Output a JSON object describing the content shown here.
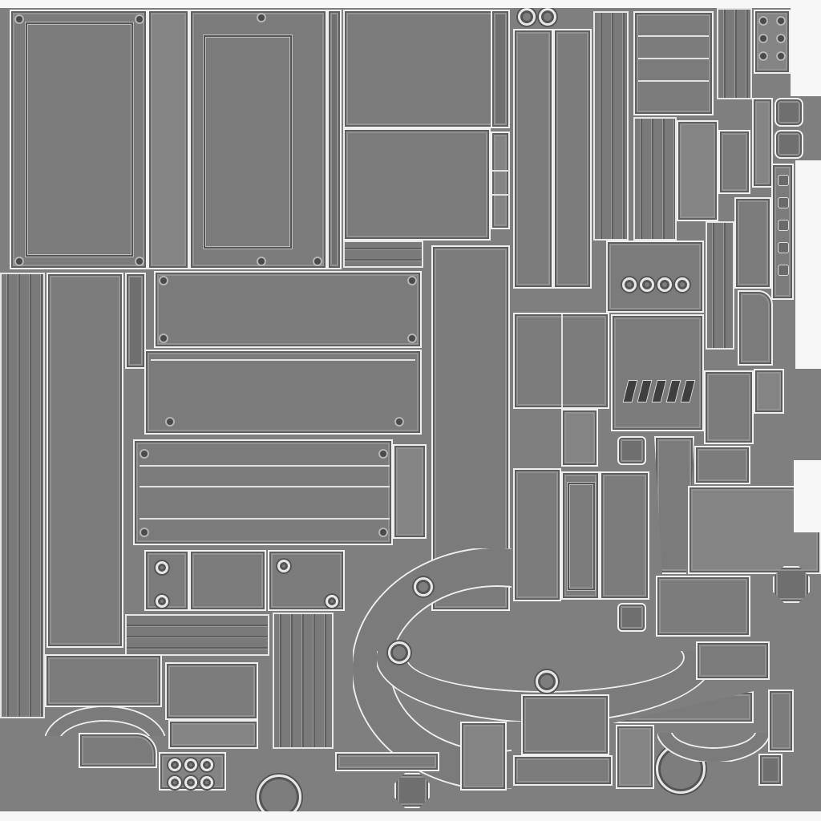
{
  "image": {
    "kind": "texture-atlas",
    "description_terms": [
      "normal-map",
      "grayscale",
      "hard-surface"
    ],
    "palette": {
      "base": "#7f7f7f",
      "panel": "#7b7b7b",
      "edge_highlight": "#efefef",
      "edge_shadow": "#5f5f5f",
      "bolt": "#4b4b4b"
    }
  },
  "icons": {
    "bolt": "bolt-icon",
    "ring": "ring-icon",
    "slot": "vent-slot-icon"
  }
}
